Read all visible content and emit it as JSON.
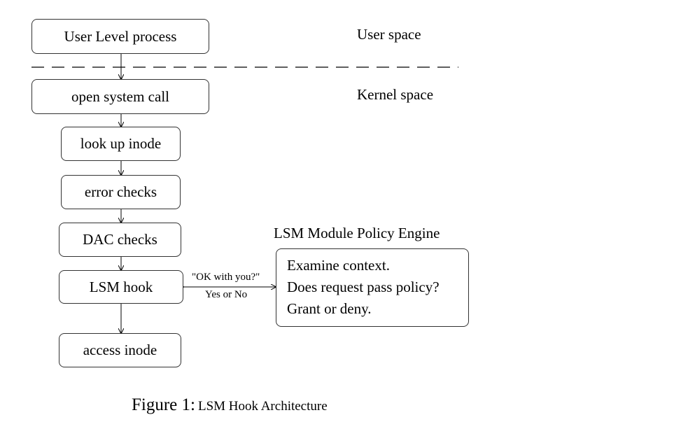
{
  "process_box": "User Level process",
  "user_space_label": "User space",
  "kernel_space_label": "Kernel space",
  "steps": {
    "open": "open system call",
    "lookup": "look up inode",
    "error": "error checks",
    "dac": "DAC checks",
    "hook": "LSM hook",
    "access": "access inode"
  },
  "policy_engine": {
    "title": "LSM Module Policy Engine",
    "lines": [
      "Examine context.",
      "Does request pass policy?",
      "Grant or deny."
    ]
  },
  "hook_query": "\"OK with you?\"",
  "hook_reply": "Yes or No",
  "caption": {
    "figure": "Figure 1:",
    "text": "LSM Hook Architecture"
  }
}
